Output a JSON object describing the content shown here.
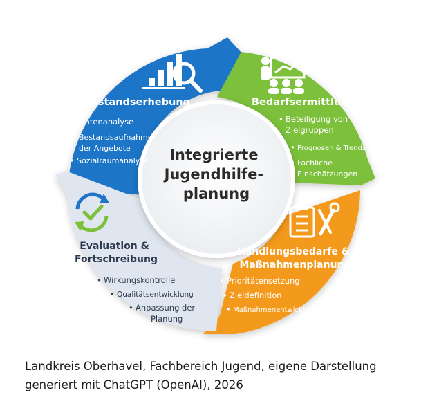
{
  "center": {
    "lines": [
      "Integrierte",
      "Jugendhilfe-",
      "planung"
    ]
  },
  "segments": [
    {
      "id": "bestand",
      "title": [
        "Bestandserhebung"
      ],
      "color": "#1f74c6",
      "bullets": [
        [
          "Datenanalyse"
        ],
        [
          "Bestandsaufnahme",
          "der Angebote"
        ],
        [
          "Sozialraumanalyse"
        ]
      ]
    },
    {
      "id": "bedarf",
      "title": [
        "Bedarfsermittlung"
      ],
      "color": "#7cc03a",
      "bullets": [
        [
          "Beteiligung von",
          "Zielgruppen"
        ],
        [
          "Prognosen & Trends"
        ],
        [
          "Fachliche",
          "Einschätzungen"
        ]
      ]
    },
    {
      "id": "handlung",
      "title": [
        "Handlungsbedarfe &",
        "Maßnahmenplanung"
      ],
      "color": "#f39a1d",
      "bullets": [
        [
          "Prioritätensetzung"
        ],
        [
          "Zieldefinition"
        ],
        [
          "Maßnahmenentwicklung"
        ]
      ]
    },
    {
      "id": "evaluation",
      "title": [
        "Evaluation &",
        "Fortschreibung"
      ],
      "color": "#dfe6ef",
      "bullets": [
        [
          "Wirkungskontrolle"
        ],
        [
          "Qualitätsentwicklung"
        ],
        [
          "Anpassung der",
          "Planung"
        ]
      ]
    }
  ],
  "icons": [
    "bar-chart-magnifier-icon",
    "presentation-audience-icon",
    "clipboard-tools-icon",
    "refresh-check-icon"
  ],
  "caption": {
    "line1": "Landkreis Oberhavel, Fachbereich Jugend, eigene Darstellung",
    "line2": "generiert mit ChatGPT (OpenAI), 2026"
  }
}
